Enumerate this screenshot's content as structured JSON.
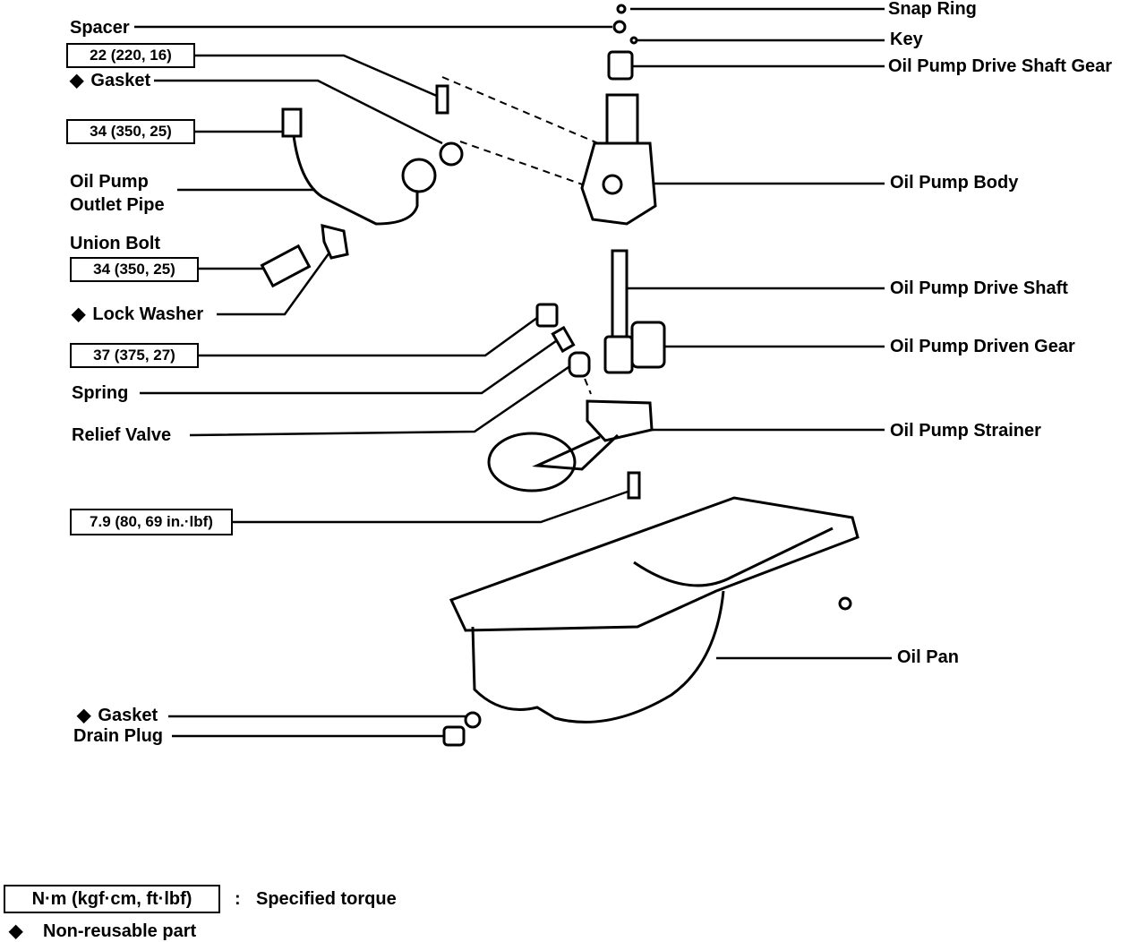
{
  "labels": {
    "snap_ring": "Snap Ring",
    "key": "Key",
    "drive_shaft_gear": "Oil Pump Drive Shaft Gear",
    "pump_body": "Oil Pump Body",
    "drive_shaft": "Oil Pump Drive Shaft",
    "driven_gear": "Oil Pump Driven Gear",
    "strainer": "Oil Pump Strainer",
    "oil_pan": "Oil Pan",
    "spacer": "Spacer",
    "gasket_top": "Gasket",
    "outlet_pipe_line1": "Oil Pump",
    "outlet_pipe_line2": "Outlet Pipe",
    "union_bolt": "Union Bolt",
    "lock_washer": "Lock Washer",
    "spring": "Spring",
    "relief_valve": "Relief Valve",
    "gasket_bottom": "Gasket",
    "drain_plug": "Drain Plug"
  },
  "torques": {
    "t1": "22 (220, 16)",
    "t2": "34 (350, 25)",
    "t3": "34 (350, 25)",
    "t4": "37 (375, 27)",
    "t5": "7.9 (80, 69 in.·lbf)"
  },
  "legend": {
    "torque_box": "N·m (kgf·cm, ft·lbf)",
    "torque_sep": ":",
    "torque_desc": "Specified torque",
    "nonreuse_symbol": "◆",
    "nonreuse_desc": "Non-reusable part"
  },
  "symbols": {
    "diamond": "◆"
  }
}
